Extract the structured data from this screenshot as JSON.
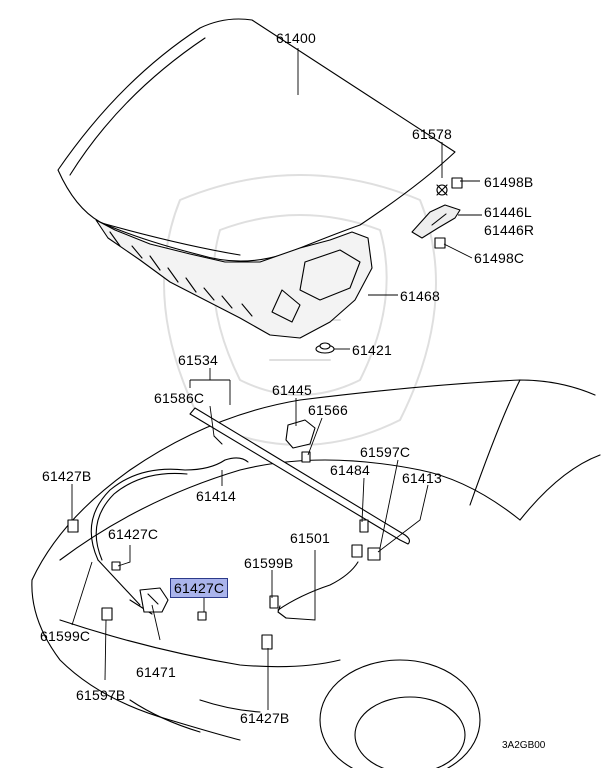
{
  "diagram": {
    "code": "3A2GB00",
    "highlight_color": "#aab4ec",
    "labels": [
      {
        "id": "61400",
        "text": "61400",
        "highlighted": false
      },
      {
        "id": "61578",
        "text": "61578",
        "highlighted": false
      },
      {
        "id": "61498B",
        "text": "61498B",
        "highlighted": false
      },
      {
        "id": "61446L",
        "text": "61446L",
        "highlighted": false
      },
      {
        "id": "61446R",
        "text": "61446R",
        "highlighted": false
      },
      {
        "id": "61498C",
        "text": "61498C",
        "highlighted": false
      },
      {
        "id": "61468",
        "text": "61468",
        "highlighted": false
      },
      {
        "id": "61421",
        "text": "61421",
        "highlighted": false
      },
      {
        "id": "61534",
        "text": "61534",
        "highlighted": false
      },
      {
        "id": "61586C",
        "text": "61586C",
        "highlighted": false
      },
      {
        "id": "61445",
        "text": "61445",
        "highlighted": false
      },
      {
        "id": "61566",
        "text": "61566",
        "highlighted": false
      },
      {
        "id": "61597C",
        "text": "61597C",
        "highlighted": false
      },
      {
        "id": "61427B_top",
        "text": "61427B",
        "highlighted": false
      },
      {
        "id": "61414",
        "text": "61414",
        "highlighted": false
      },
      {
        "id": "61484",
        "text": "61484",
        "highlighted": false
      },
      {
        "id": "61413",
        "text": "61413",
        "highlighted": false
      },
      {
        "id": "61427C_left",
        "text": "61427C",
        "highlighted": false
      },
      {
        "id": "61501",
        "text": "61501",
        "highlighted": false
      },
      {
        "id": "61599B",
        "text": "61599B",
        "highlighted": false
      },
      {
        "id": "61427C_hl",
        "text": "61427C",
        "highlighted": true
      },
      {
        "id": "61599C",
        "text": "61599C",
        "highlighted": false
      },
      {
        "id": "61471",
        "text": "61471",
        "highlighted": false
      },
      {
        "id": "61597B",
        "text": "61597B",
        "highlighted": false
      },
      {
        "id": "61427B_bottom",
        "text": "61427B",
        "highlighted": false
      }
    ]
  }
}
